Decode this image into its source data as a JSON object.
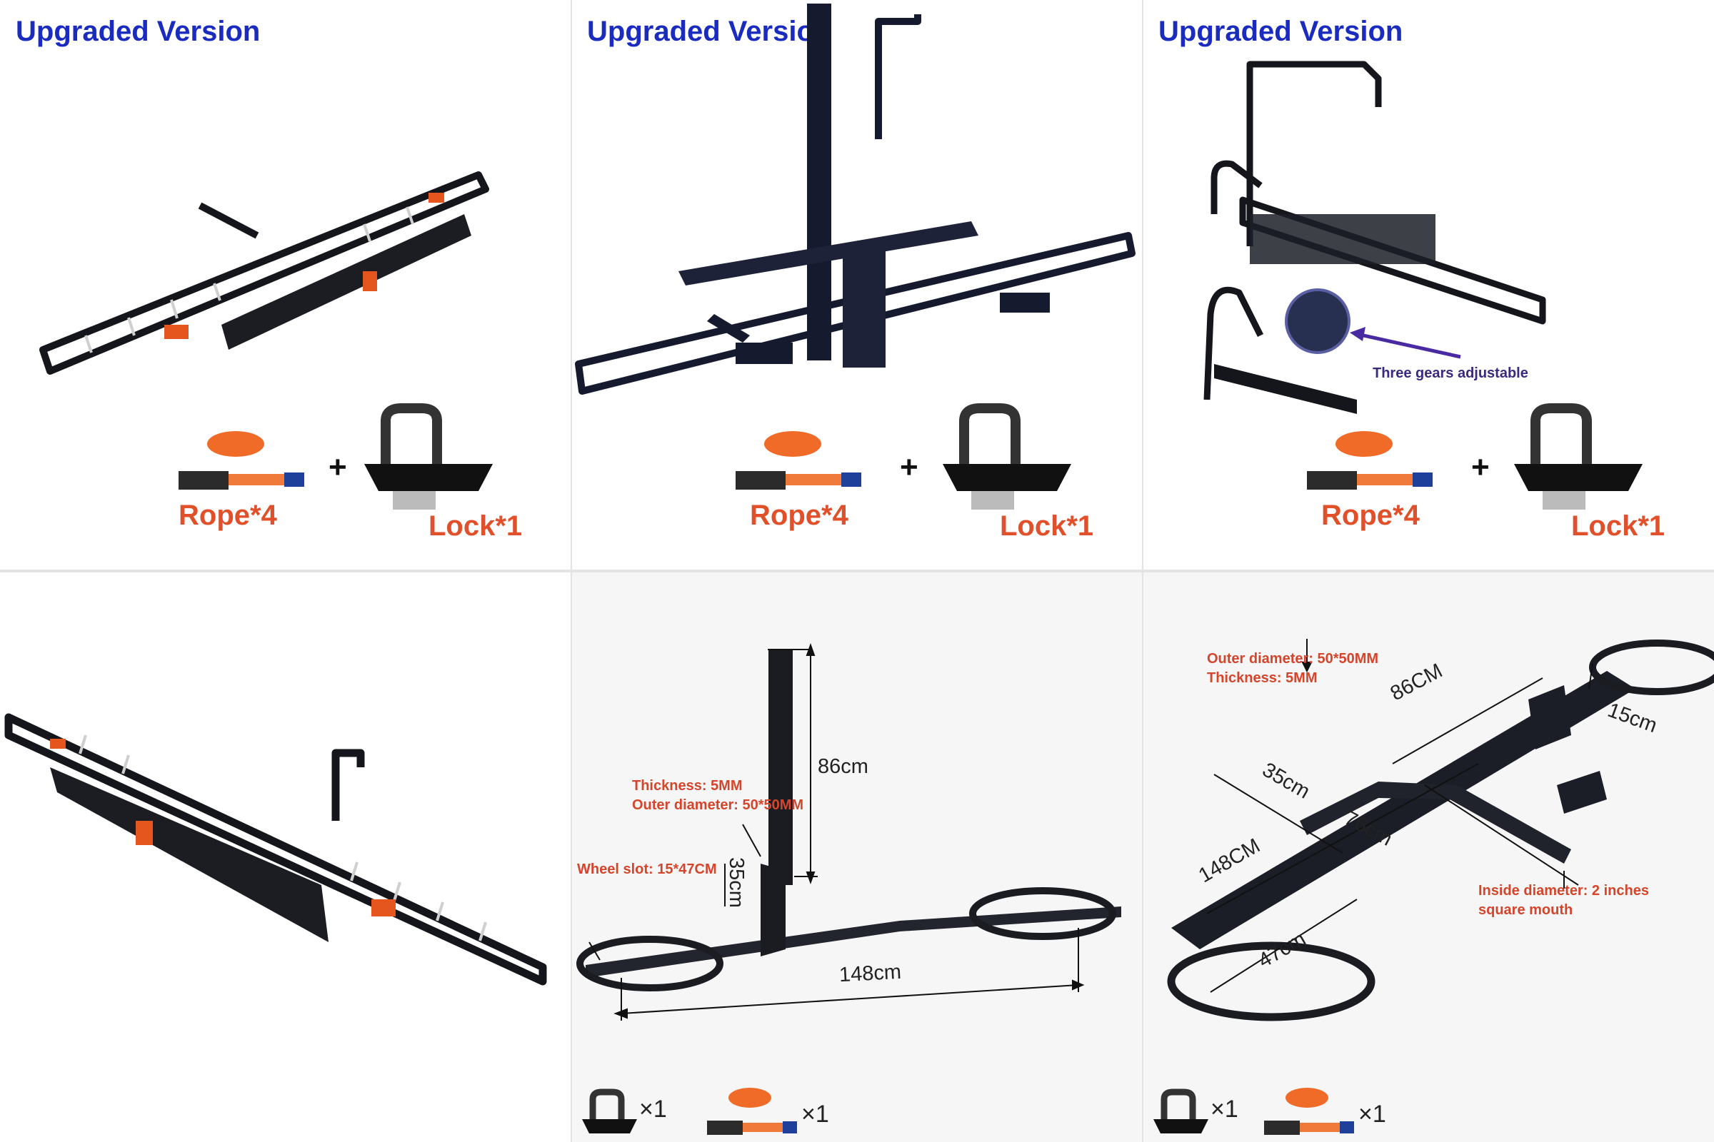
{
  "panels": {
    "p1": {
      "title": "Upgraded Version",
      "rope": "Rope*4",
      "lock": "Lock*1",
      "plus": "+"
    },
    "p2": {
      "title": "Upgraded Version",
      "rope": "Rope*4",
      "lock": "Lock*1",
      "plus": "+"
    },
    "p3": {
      "title": "Upgraded Version",
      "rope": "Rope*4",
      "lock": "Lock*1",
      "plus": "+",
      "note": "Three gears adjustable"
    },
    "p5": {
      "thickness": "Thickness: 5MM",
      "outer": "Outer diameter: 50*50MM",
      "wheel_slot": "Wheel slot: 15*47CM",
      "dim_height": "86cm",
      "dim_arm": "35cm",
      "dim_length": "148cm",
      "qty_lock": "×1",
      "qty_rope": "×1"
    },
    "p6": {
      "outer": "Outer diameter: 50*50MM",
      "thickness": "Thickness: 5MM",
      "inside": "Inside diameter: 2 inches",
      "inside2": "square mouth",
      "dim_86": "86CM",
      "dim_35": "35cm",
      "dim_76": "76cm",
      "dim_148": "148CM",
      "dim_15": "15cm",
      "dim_47": "47cm",
      "qty_lock": "×1",
      "qty_rope": "×1"
    }
  },
  "colors": {
    "title": "#1a2bbf",
    "label": "#e0502a",
    "annotation": "#d4452b",
    "frame": "#14161c",
    "strap": "#f06a28"
  }
}
